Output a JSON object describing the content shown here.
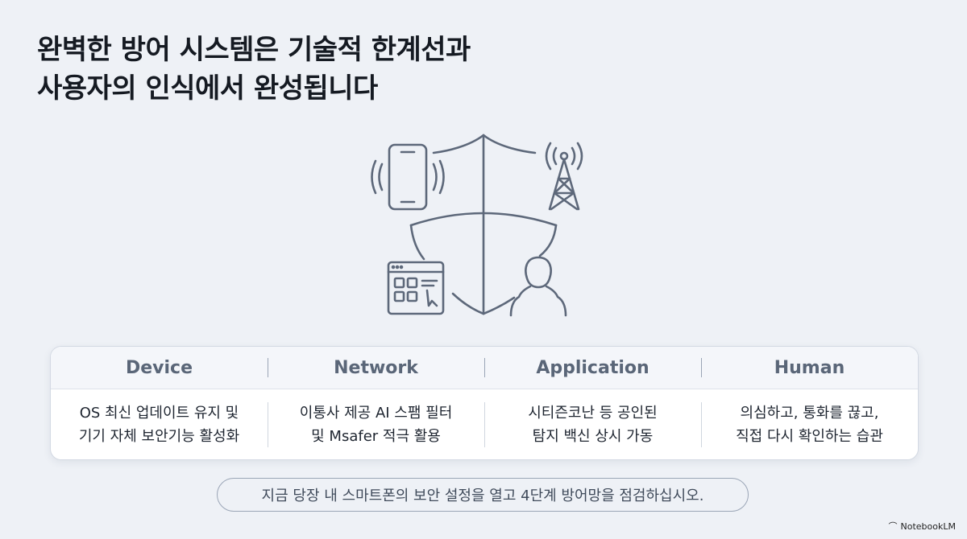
{
  "title": {
    "line1": "완벽한 방어 시스템은 기술적 한계선과",
    "line2": "사용자의 인식에서 완성됩니다"
  },
  "hero_icons": [
    "smartphone-icon",
    "cell-tower-icon",
    "app-window-icon",
    "person-icon",
    "shield-outline"
  ],
  "layers": [
    {
      "name": "Device",
      "desc": "OS 최신 업데이트 유지 및\n기기 자체 보안기능 활성화"
    },
    {
      "name": "Network",
      "desc": "이통사 제공 AI 스팸 필터\n및 Msafer 적극 활용"
    },
    {
      "name": "Application",
      "desc": "시티즌코난 등 공인된\n탐지 백신 상시 가동"
    },
    {
      "name": "Human",
      "desc": "의심하고, 통화를 끊고,\n직접 다시 확인하는 습관"
    }
  ],
  "cta": "지금 당장 내 스마트폰의 보안 설정을 열고 4단계 방어망을 점검하십시오.",
  "brand": {
    "icon": "notebooklm-logo-icon",
    "label": "NotebookLM"
  },
  "colors": {
    "background": "#eef1f6",
    "line_art": "#5d687a",
    "header_text": "#5a6678"
  }
}
